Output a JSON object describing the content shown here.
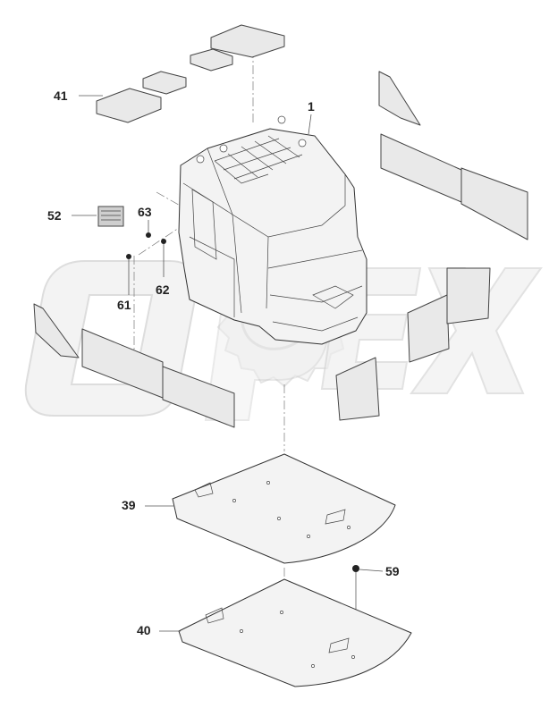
{
  "callouts": [
    {
      "id": "c1",
      "text": "1"
    },
    {
      "id": "c41",
      "text": "41"
    },
    {
      "id": "c52",
      "text": "52"
    },
    {
      "id": "c63",
      "text": "63"
    },
    {
      "id": "c62",
      "text": "62"
    },
    {
      "id": "c61",
      "text": "61"
    },
    {
      "id": "c39",
      "text": "39"
    },
    {
      "id": "c59",
      "text": "59"
    },
    {
      "id": "c40",
      "text": "40"
    }
  ],
  "watermark": {
    "text": "OPEX",
    "color": "#cccccc"
  },
  "colors": {
    "line": "#333333",
    "panel": "#f3f3f3",
    "background": "#ffffff"
  }
}
